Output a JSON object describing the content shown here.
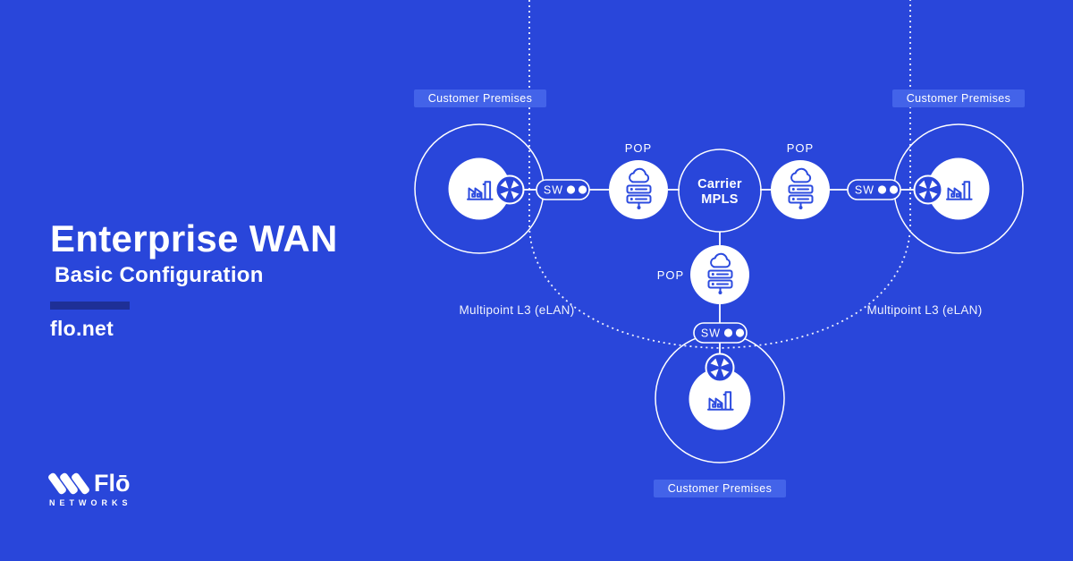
{
  "colors": {
    "background": "#2946DA",
    "tag_bg": "#4363E9",
    "accent_bar": "#1E2F96",
    "icon_blue": "#2C4BDF",
    "white": "#FFFFFF"
  },
  "panel": {
    "title": "Enterprise WAN",
    "subtitle": "Basic Configuration",
    "website": "flo.net"
  },
  "brand": {
    "name": "Flō",
    "tagline": "NETWORKS",
    "mark": "three-diagonal-stripes"
  },
  "diagram": {
    "customer_premises_label": "Customer Premises",
    "pop_label": "POP",
    "switch_label": "SW",
    "carrier_line1": "Carrier",
    "carrier_line2": "MPLS",
    "multipoint_label": "Multipoint L3 (eLAN)",
    "icons": {
      "site": "factory-icon",
      "edge_device": "router-icon",
      "pop_node": "cloud-server-icon",
      "switch": "sw-pill-with-two-ports"
    }
  }
}
